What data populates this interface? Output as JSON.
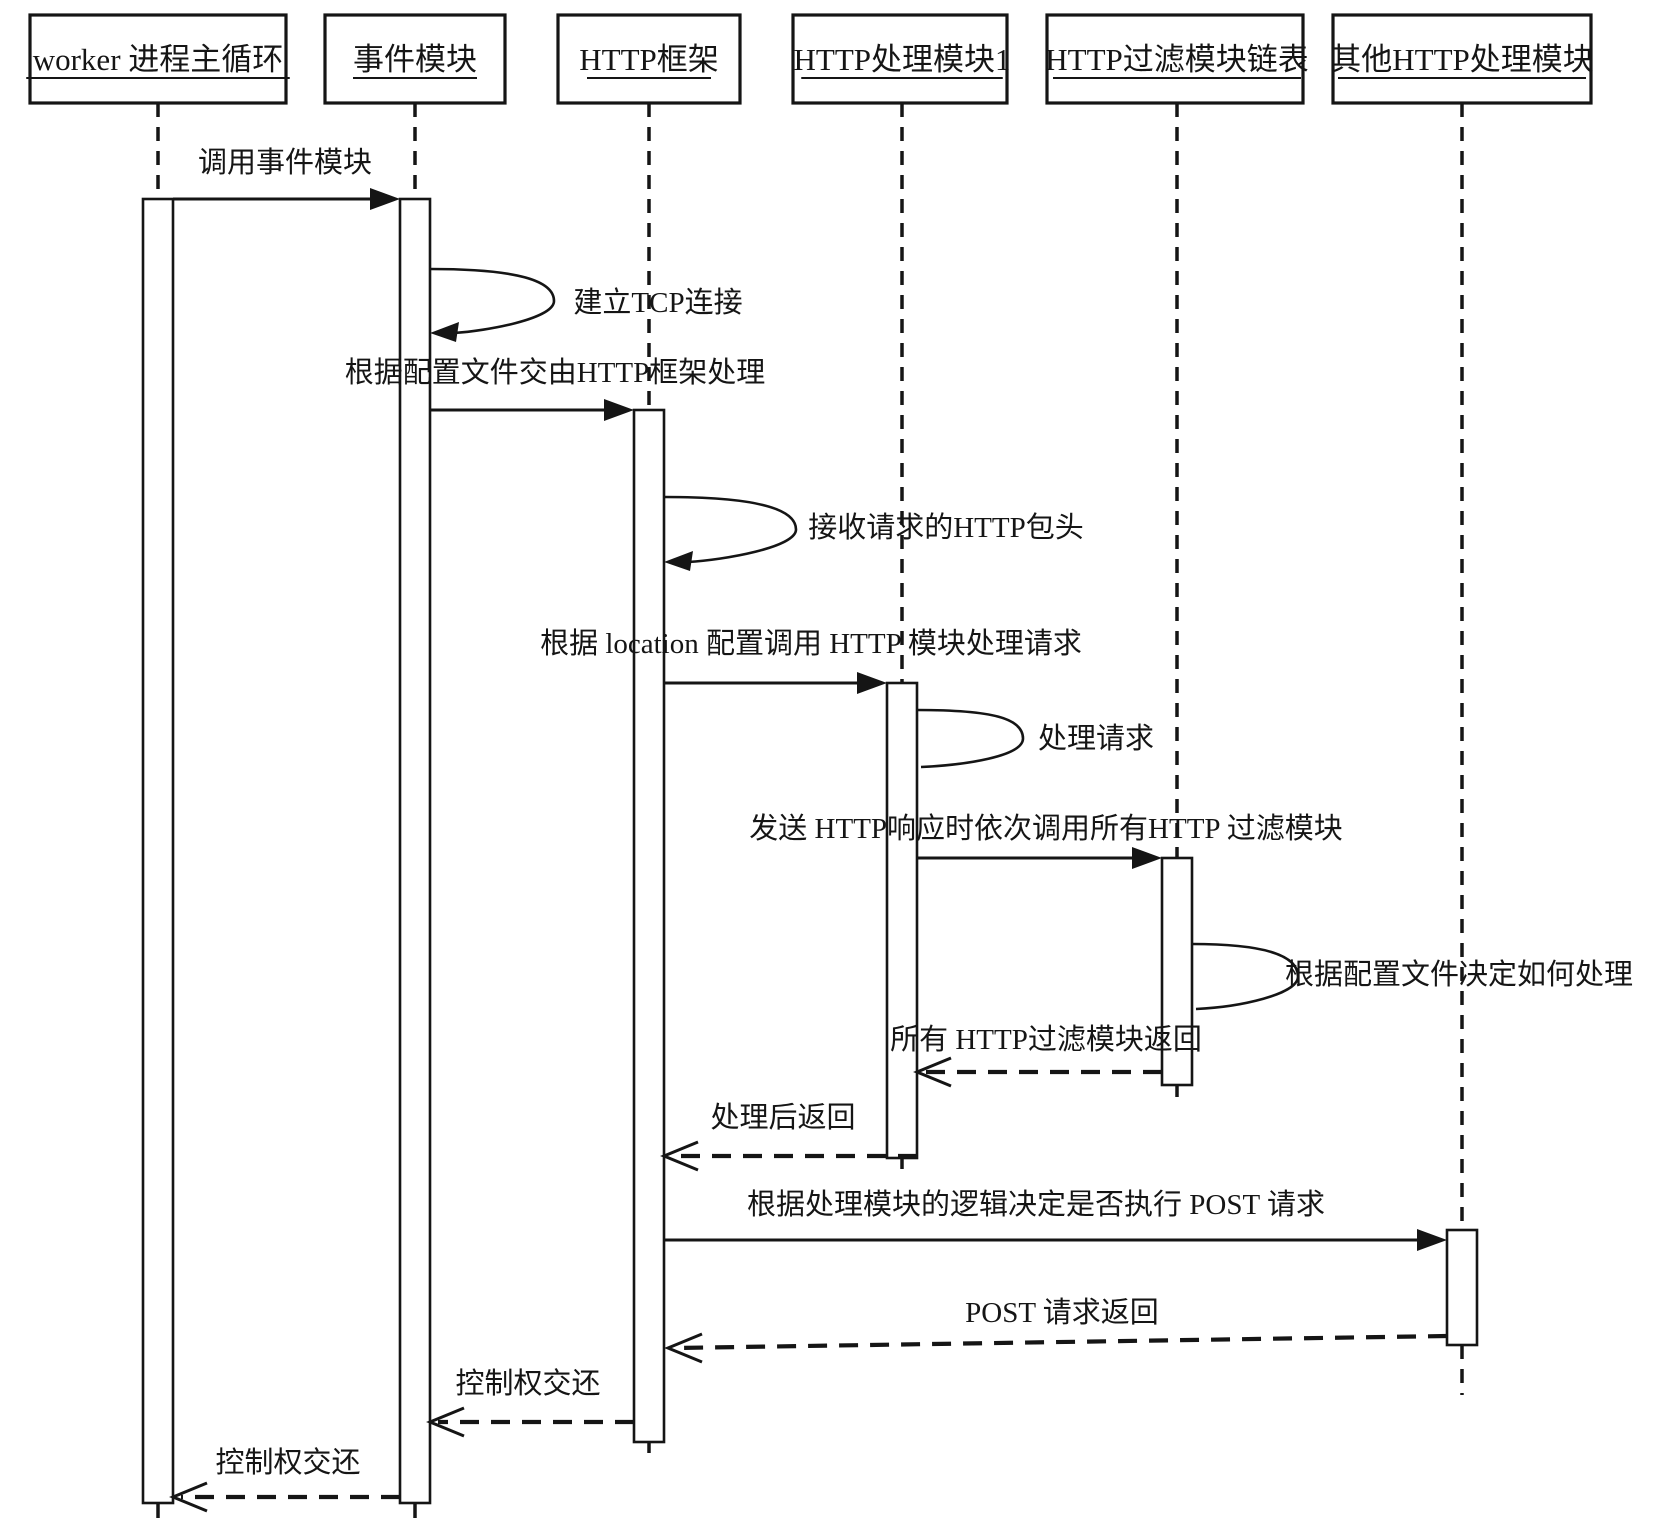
{
  "diagram": {
    "type": "uml-sequence-diagram",
    "colors": {
      "line": "#151515",
      "background": "#ffffff",
      "box_fill": "#ffffff"
    },
    "participants": [
      {
        "id": "worker-main-loop",
        "label": "worker 进程主循环"
      },
      {
        "id": "event-module",
        "label": "事件模块"
      },
      {
        "id": "http-framework",
        "label": "HTTP框架"
      },
      {
        "id": "http-handler-module-1",
        "label": "HTTP处理模块1"
      },
      {
        "id": "http-filter-module-chain",
        "label": "HTTP过滤模块链表"
      },
      {
        "id": "other-http-handler-module",
        "label": "其他HTTP处理模块"
      }
    ],
    "messages": [
      {
        "label": "调用事件模块",
        "kind": "call",
        "from": "worker 进程主循环",
        "to": "事件模块"
      },
      {
        "label": "建立TCP连接",
        "kind": "self",
        "on": "事件模块"
      },
      {
        "label": "根据配置文件交由HTTP框架处理",
        "kind": "call",
        "from": "事件模块",
        "to": "HTTP框架"
      },
      {
        "label": "接收请求的HTTP包头",
        "kind": "self",
        "on": "HTTP框架"
      },
      {
        "label": "根据 location 配置调用 HTTP 模块处理请求",
        "kind": "call",
        "from": "HTTP框架",
        "to": "HTTP处理模块1"
      },
      {
        "label": "处理请求",
        "kind": "self",
        "on": "HTTP处理模块1"
      },
      {
        "label": "发送 HTTP响应时依次调用所有HTTP 过滤模块",
        "kind": "call",
        "from": "HTTP处理模块1",
        "to": "HTTP过滤模块链表"
      },
      {
        "label": "根据配置文件决定如何处理",
        "kind": "self",
        "on": "HTTP过滤模块链表"
      },
      {
        "label": "所有 HTTP过滤模块返回",
        "kind": "return",
        "from": "HTTP过滤模块链表",
        "to": "HTTP处理模块1"
      },
      {
        "label": "处理后返回",
        "kind": "return",
        "from": "HTTP处理模块1",
        "to": "HTTP框架"
      },
      {
        "label": "根据处理模块的逻辑决定是否执行 POST 请求",
        "kind": "call",
        "from": "HTTP框架",
        "to": "其他HTTP处理模块"
      },
      {
        "label": "POST 请求返回",
        "kind": "return",
        "from": "其他HTTP处理模块",
        "to": "HTTP框架"
      },
      {
        "label": "控制权交还",
        "kind": "return",
        "from": "HTTP框架",
        "to": "事件模块"
      },
      {
        "label": "控制权交还",
        "kind": "return",
        "from": "事件模块",
        "to": "worker 进程主循环"
      }
    ]
  }
}
